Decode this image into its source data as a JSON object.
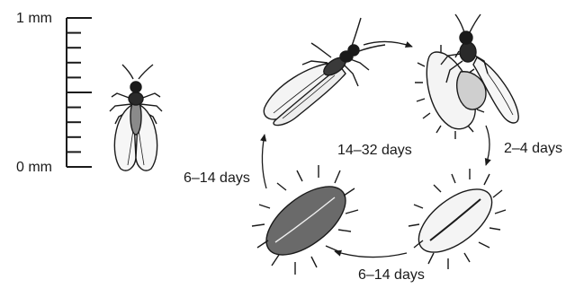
{
  "scale": {
    "top_label": "1 mm",
    "bottom_label": "0 mm"
  },
  "cycle": {
    "center_duration": "14–32 days",
    "right_duration": "2–4 days",
    "bottom_duration": "6–14 days",
    "left_duration": "6–14 days"
  },
  "colors": {
    "ink": "#1a1a1a",
    "background": "#ffffff",
    "egg_fill": "#f4f4f4",
    "dark_egg_fill": "#6a6a6a"
  }
}
